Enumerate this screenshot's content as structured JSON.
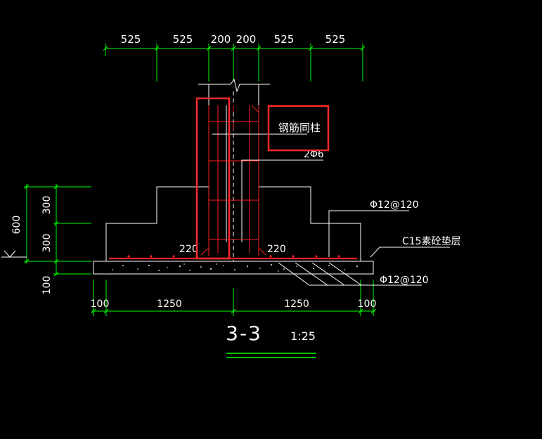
{
  "drawing": {
    "title": "3-3",
    "scale": "1:25"
  },
  "dimensions": {
    "top": [
      "525",
      "525",
      "200",
      "200",
      "525",
      "525"
    ],
    "left_height_total": "600",
    "left_step_upper": "300",
    "left_step_lower": "300",
    "left_pad": "100",
    "bottom": [
      "100",
      "1250",
      "1250",
      "100"
    ]
  },
  "labels": {
    "steel_column": "钢筋同柱",
    "column_bars": "2Φ6",
    "upper_rebar": "Φ12@120",
    "cushion_layer": "C15素砼垫层",
    "bottom_rebar": "Φ12@120",
    "hook_left": "220",
    "hook_right": "220"
  },
  "colors": {
    "background": "#000000",
    "dimension": "#00ff00",
    "outline": "#ffffff",
    "rebar": "#ff2020",
    "highlight": "#ff2a2a"
  }
}
